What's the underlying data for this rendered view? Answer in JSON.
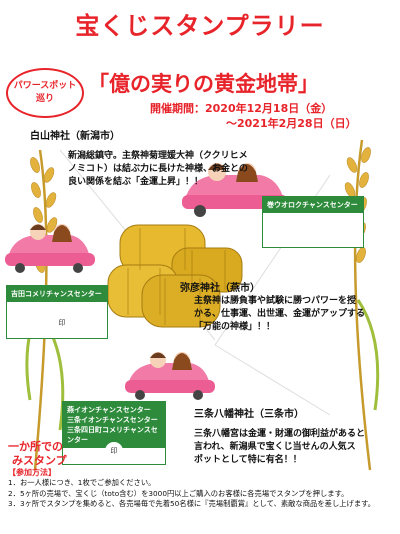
{
  "header": {
    "title": "宝くじスタンプラリー",
    "badge_line1": "パワースポット",
    "badge_line2": "巡り",
    "subtitle": "「億の実りの黄金地帯」",
    "date_line1": "開催期間：2020年12月18日（金）",
    "date_line2": "～2021年2月28日（日）"
  },
  "shrines": [
    {
      "name": "白山神社（新潟市）",
      "desc": [
        "新潟総鎮守。主祭神菊理媛大神（ククリヒメ",
        "ノミコト）は結ぶ力に長けた神様、お金との",
        "良い関係を結ぶ「金運上昇」！！"
      ]
    },
    {
      "name": "弥彦神社（燕市）",
      "desc": [
        "主祭神は勝負事や試験に勝つパワーを授",
        "かる、仕事運、出世運、金運がアップする",
        "「万能の神様」！！"
      ]
    },
    {
      "name": "三条八幡神社（三条市）",
      "desc": [
        "三条八幡宮は金運・財運の御利益があると",
        "言われ、新潟県で宝くじ当せんの人気ス",
        "ポットとして特に有名！！"
      ]
    }
  ],
  "stores": {
    "right": "巻ウオロクチャンスセンター",
    "left": "吉田コメリチャンスセンター",
    "bottom": [
      "燕イオンチャンスセンター",
      "三条イオンチャンスセンター",
      "三条四日町コメリチャンスセンター"
    ]
  },
  "stamp_label": "印",
  "only_one": [
    "一か所での",
    "みスタンプ"
  ],
  "rules": {
    "title": "【参加方法】",
    "items": [
      "1．お一人様につき、1枚でご参加ください。",
      "2．5ヶ所の売場で、宝くじ（toto含む）を3000円以上ご購入のお客様に各売場でスタンプを押します。",
      "3．3ヶ所でスタンプを集めると、各売場毎で先着50名様に『売場制覇賞』として、素敵な商品を差し上げます。"
    ]
  },
  "colors": {
    "accent_red": "#e8242b",
    "store_green": "#2e8b3c",
    "gold": "#d4a526"
  }
}
